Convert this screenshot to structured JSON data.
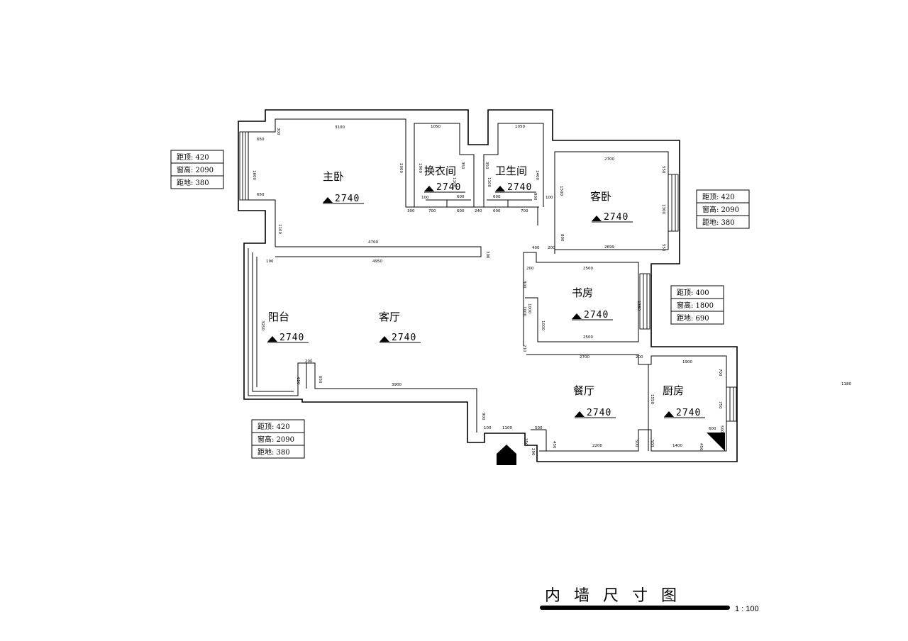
{
  "title": "内墙尺寸图",
  "scale": "1 : 100",
  "rooms": [
    {
      "id": "master-bedroom",
      "name": "主卧",
      "height": "2740"
    },
    {
      "id": "closet",
      "name": "换衣间",
      "height": "2740"
    },
    {
      "id": "bathroom",
      "name": "卫生间",
      "height": "2740"
    },
    {
      "id": "guest-bedroom",
      "name": "客卧",
      "height": "2740"
    },
    {
      "id": "study",
      "name": "书房",
      "height": "2740"
    },
    {
      "id": "balcony",
      "name": "阳台",
      "height": "2740"
    },
    {
      "id": "living-room",
      "name": "客厅",
      "height": "2740"
    },
    {
      "id": "dining-room",
      "name": "餐厅",
      "height": "2740"
    },
    {
      "id": "kitchen",
      "name": "厨房",
      "height": "2740"
    }
  ],
  "window_notes": [
    {
      "id": "west",
      "rows": [
        "距顶: 420",
        "窗高: 2090",
        "距地: 380"
      ]
    },
    {
      "id": "east-guest",
      "rows": [
        "距顶: 420",
        "窗高: 2090",
        "距地: 380"
      ]
    },
    {
      "id": "east-study",
      "rows": [
        "距顶: 400",
        "窗高: 1800",
        "距地: 690"
      ]
    },
    {
      "id": "south-balcony",
      "rows": [
        "距顶: 420",
        "窗高: 2090",
        "距地: 380"
      ]
    }
  ],
  "dimensions": [
    "3100",
    "1600",
    "650",
    "650",
    "300",
    "1100",
    "1050",
    "1050",
    "350",
    "350",
    "2000",
    "1900",
    "1100",
    "1100",
    "1400",
    "900",
    "600",
    "600",
    "600",
    "600",
    "240",
    "700",
    "700",
    "300",
    "100",
    "100",
    "2700",
    "1500",
    "1300",
    "800",
    "550",
    "550",
    "2699",
    "4700",
    "4950",
    "300",
    "190",
    "200",
    "400",
    "200",
    "2500",
    "2500",
    "900",
    "1000",
    "1000",
    "1000",
    "1380",
    "210",
    "2700",
    "200",
    "3250",
    "1180",
    "650",
    "200",
    "650",
    "3900",
    "900",
    "100",
    "1100",
    "500",
    "1900",
    "700",
    "750",
    "1550",
    "600",
    "500",
    "500",
    "450",
    "2200",
    "500",
    "450",
    "1400",
    "350",
    "290"
  ]
}
